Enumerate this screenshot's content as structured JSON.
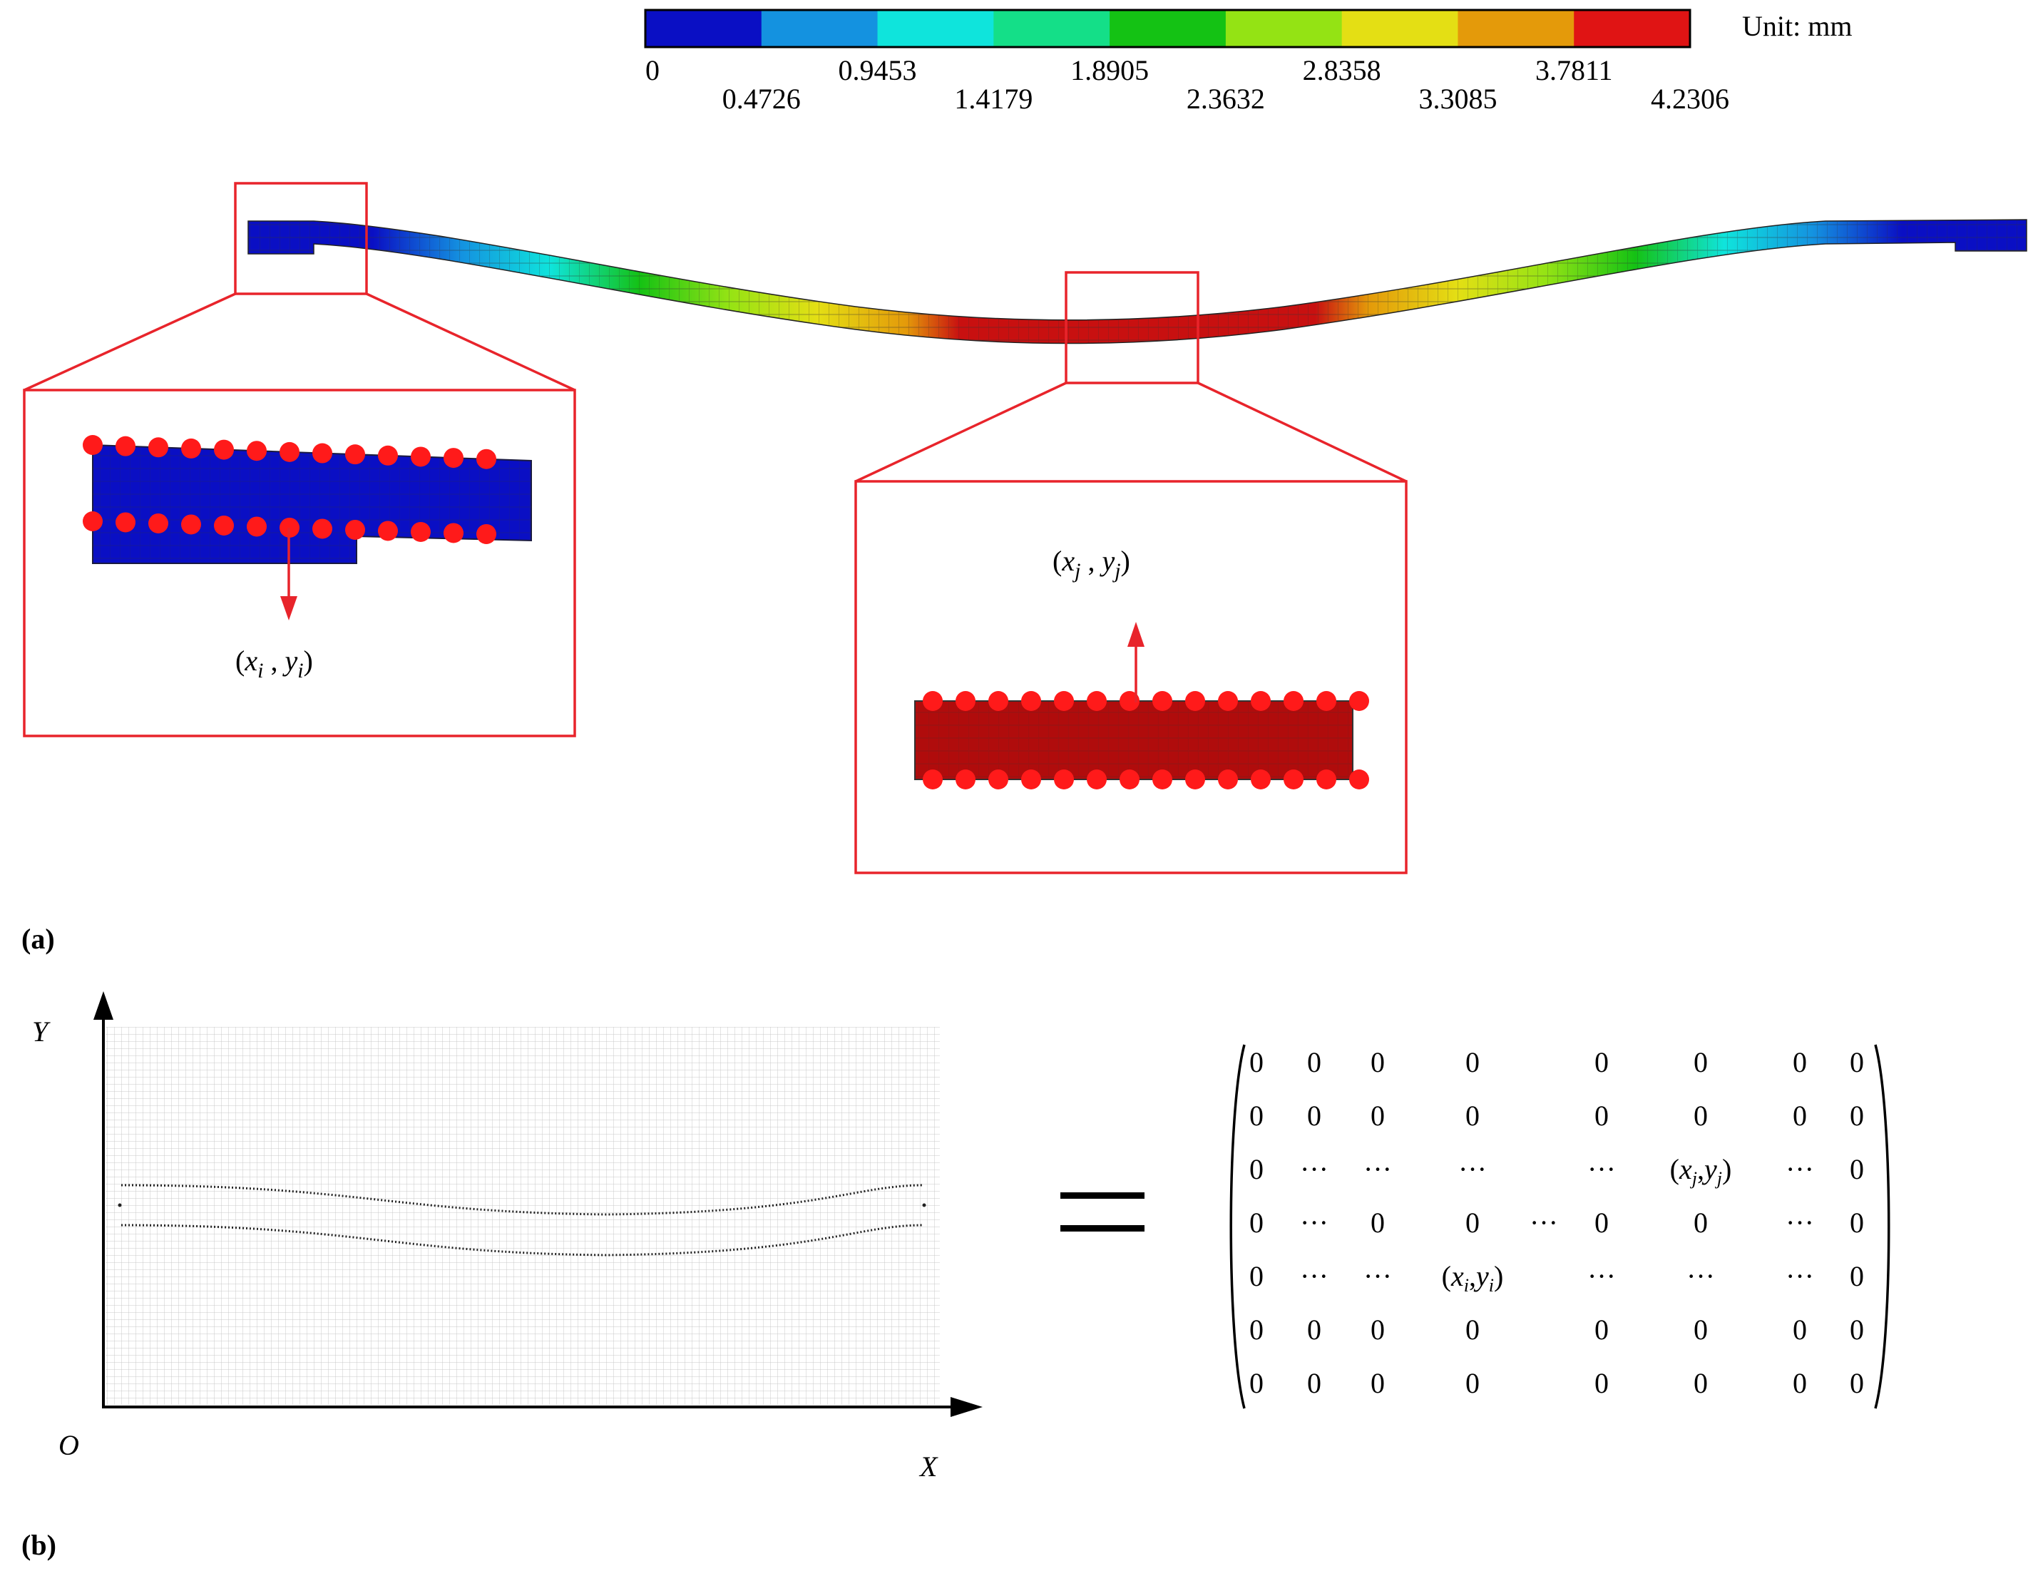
{
  "colorbar": {
    "unit_label": "Unit: mm",
    "colors": [
      "#0a0fc4",
      "#1492e0",
      "#0fe4dc",
      "#14df88",
      "#14c214",
      "#94e314",
      "#e4df14",
      "#e49a0a",
      "#e01414"
    ],
    "tick_labels": [
      "0",
      "0.4726",
      "0.9453",
      "1.4179",
      "1.8905",
      "2.3632",
      "2.8358",
      "3.3085",
      "3.7811",
      "4.2306"
    ]
  },
  "panel_a": {
    "label": "(a)",
    "left_point_label": {
      "open": "(",
      "x": "x",
      "sub1": "i",
      "comma": " , ",
      "y": "y",
      "sub2": "i",
      "close": ")"
    },
    "right_point_label": {
      "open": "(",
      "x": "x",
      "sub1": "j",
      "comma": " , ",
      "y": "y",
      "sub2": "j",
      "close": ")"
    },
    "highlight_color": "#e8242b"
  },
  "panel_b": {
    "label": "(b)",
    "axis_y": "Y",
    "axis_x": "X",
    "origin": "O",
    "equals": "=",
    "matrix_rows": [
      [
        "0",
        "0",
        "0",
        "0",
        "",
        "0",
        "0",
        "0",
        "0"
      ],
      [
        "0",
        "0",
        "0",
        "0",
        "",
        "0",
        "0",
        "0",
        "0"
      ],
      [
        "0",
        "···",
        "···",
        "···",
        "",
        "···",
        "(xj,yj)",
        "···",
        "0"
      ],
      [
        "0",
        "···",
        "0",
        "0",
        "···",
        "0",
        "0",
        "···",
        "0"
      ],
      [
        "0",
        "···",
        "···",
        "(xi,yi)",
        "",
        "···",
        "···",
        "···",
        "0"
      ],
      [
        "0",
        "0",
        "0",
        "0",
        "",
        "0",
        "0",
        "0",
        "0"
      ],
      [
        "0",
        "0",
        "0",
        "0",
        "",
        "0",
        "0",
        "0",
        "0"
      ]
    ]
  }
}
